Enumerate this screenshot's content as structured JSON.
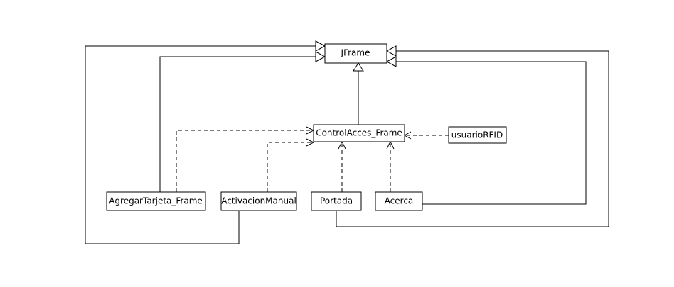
{
  "diagram": {
    "type": "uml-class-diagram",
    "classes": {
      "jframe": "JFrame",
      "control_acces_frame": "ControlAcces_Frame",
      "usuario_rfid": "usuarioRFID",
      "agregar_tarjeta_frame": "AgregarTarjeta_Frame",
      "activacion_manual": "ActivacionManual",
      "portada": "Portada",
      "acerca": "Acerca"
    },
    "relations": [
      {
        "from": "ControlAcces_Frame",
        "to": "JFrame",
        "kind": "generalization"
      },
      {
        "from": "AgregarTarjeta_Frame",
        "to": "JFrame",
        "kind": "generalization"
      },
      {
        "from": "ActivacionManual",
        "to": "JFrame",
        "kind": "generalization"
      },
      {
        "from": "Portada",
        "to": "JFrame",
        "kind": "generalization"
      },
      {
        "from": "Acerca",
        "to": "JFrame",
        "kind": "generalization"
      },
      {
        "from": "usuarioRFID",
        "to": "ControlAcces_Frame",
        "kind": "dependency"
      },
      {
        "from": "AgregarTarjeta_Frame",
        "to": "ControlAcces_Frame",
        "kind": "dependency"
      },
      {
        "from": "ActivacionManual",
        "to": "ControlAcces_Frame",
        "kind": "dependency"
      },
      {
        "from": "Portada",
        "to": "ControlAcces_Frame",
        "kind": "dependency"
      },
      {
        "from": "Acerca",
        "to": "ControlAcces_Frame",
        "kind": "dependency"
      }
    ]
  }
}
